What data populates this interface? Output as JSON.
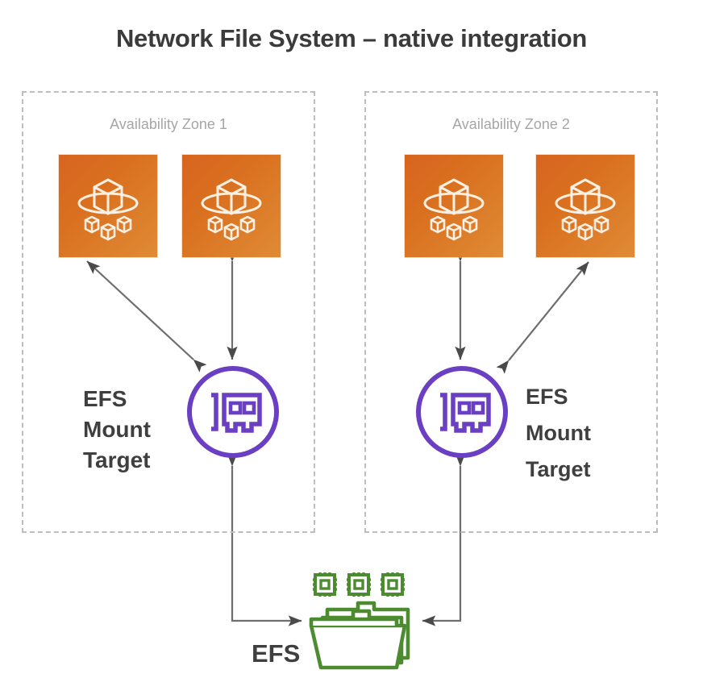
{
  "diagram": {
    "title": "Network File System – native integration",
    "type": "aws-architecture-diagram",
    "colors": {
      "compute_tile_orange": "#d9701f",
      "mount_target_purple": "#6b3fc4",
      "efs_green": "#4d8b31",
      "arrow_gray": "#5a5a5a",
      "zone_border_gray": "#bdbdbd",
      "zone_label_gray": "#a6a6a6",
      "text_dark": "#3f3f3f"
    },
    "zones": [
      {
        "id": "az1",
        "label": "Availability Zone 1",
        "compute_instances": [
          {
            "icon": "container-compute-icon",
            "name": "compute-instance-az1-a"
          },
          {
            "icon": "container-compute-icon",
            "name": "compute-instance-az1-b"
          }
        ],
        "mount_target": {
          "icon": "network-interface-card-icon",
          "caption": "EFS\nMount\nTarget"
        }
      },
      {
        "id": "az2",
        "label": "Availability Zone 2",
        "compute_instances": [
          {
            "icon": "container-compute-icon",
            "name": "compute-instance-az2-a"
          },
          {
            "icon": "container-compute-icon",
            "name": "compute-instance-az2-b"
          }
        ],
        "mount_target": {
          "icon": "network-interface-card-icon",
          "caption": "EFS\nMount\nTarget"
        }
      }
    ],
    "file_system": {
      "label": "EFS",
      "icon": "efs-folder-icon",
      "chip_count": 3
    },
    "connections": [
      {
        "from": "compute-instance-az1-a",
        "to": "mount-target-az1",
        "style": "double-arrow-diagonal"
      },
      {
        "from": "compute-instance-az1-b",
        "to": "mount-target-az1",
        "style": "double-arrow-vertical"
      },
      {
        "from": "compute-instance-az2-a",
        "to": "mount-target-az2",
        "style": "double-arrow-vertical"
      },
      {
        "from": "compute-instance-az2-b",
        "to": "mount-target-az2",
        "style": "double-arrow-diagonal"
      },
      {
        "from": "mount-target-az1",
        "to": "efs-file-system",
        "style": "elbow-double-arrow"
      },
      {
        "from": "mount-target-az2",
        "to": "efs-file-system",
        "style": "elbow-double-arrow"
      }
    ]
  }
}
